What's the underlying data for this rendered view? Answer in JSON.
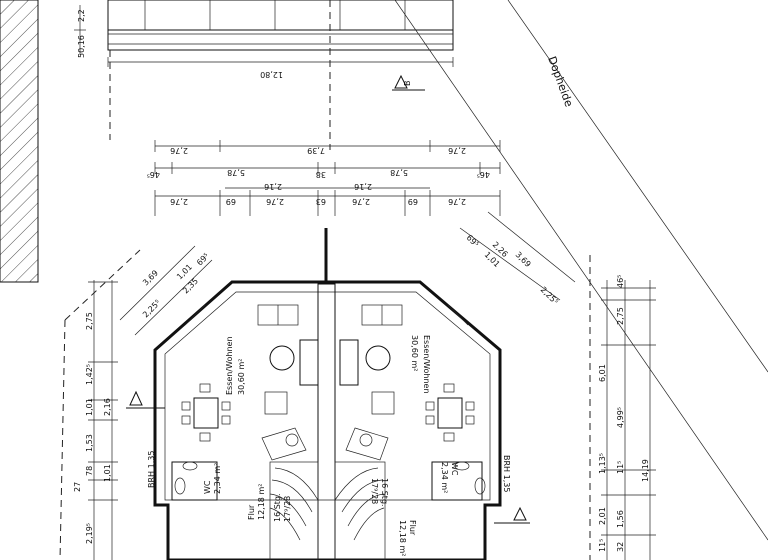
{
  "street_name": "Dopheide",
  "section_marker": {
    "label": "B"
  },
  "rooms": {
    "left": {
      "living": "Essen/Wohnen",
      "living_area": "30,60 m²",
      "wc": "WC",
      "wc_area": "2,34 m²",
      "hall": "Flur",
      "hall_area": "12,18 m²",
      "stairs": "16 Stg.",
      "stairs_ratio": "17⁹/28",
      "brh": "BRH 1,35"
    },
    "right": {
      "living": "Essen/Wohnen",
      "living_area": "30,60 m²",
      "wc": "WC",
      "wc_area": "2,34 m²",
      "hall": "Flur",
      "hall_area": "12,18 m²",
      "stairs": "16 Stg.",
      "stairs_ratio": "17⁹/28",
      "brh": "BRH 1,35"
    }
  },
  "dimensions": {
    "top_width": "12,80",
    "top_side_a": "2,2",
    "top_side_b": "50,16",
    "row1": [
      "2,76",
      "7,39",
      "2,76"
    ],
    "row2": [
      "46⁵",
      "5,78",
      "38",
      "5,78",
      "46⁵"
    ],
    "row3_mid": [
      "2,16",
      "2,16"
    ],
    "row4": [
      "2,76",
      "69",
      "2,76",
      "63",
      "2,76",
      "69",
      "2,76"
    ],
    "left_diag": [
      "3,69",
      "1,01",
      "69⁵",
      "2,35",
      "2,25⁵"
    ],
    "right_diag": [
      "3,69",
      "2,26",
      "1,01",
      "69⁵",
      "2,25⁵"
    ],
    "left_vertical": [
      "2,75",
      "1,42⁵",
      "1,01",
      "2,16",
      "1,53",
      "1,01",
      "78",
      "27",
      "2,19⁵"
    ],
    "right_vertical": [
      "46⁵",
      "2,75",
      "6,01",
      "4,99⁵",
      "1,13⁵",
      "11⁵",
      "2,01",
      "1,56",
      "32",
      "11⁵",
      "14,19"
    ]
  }
}
